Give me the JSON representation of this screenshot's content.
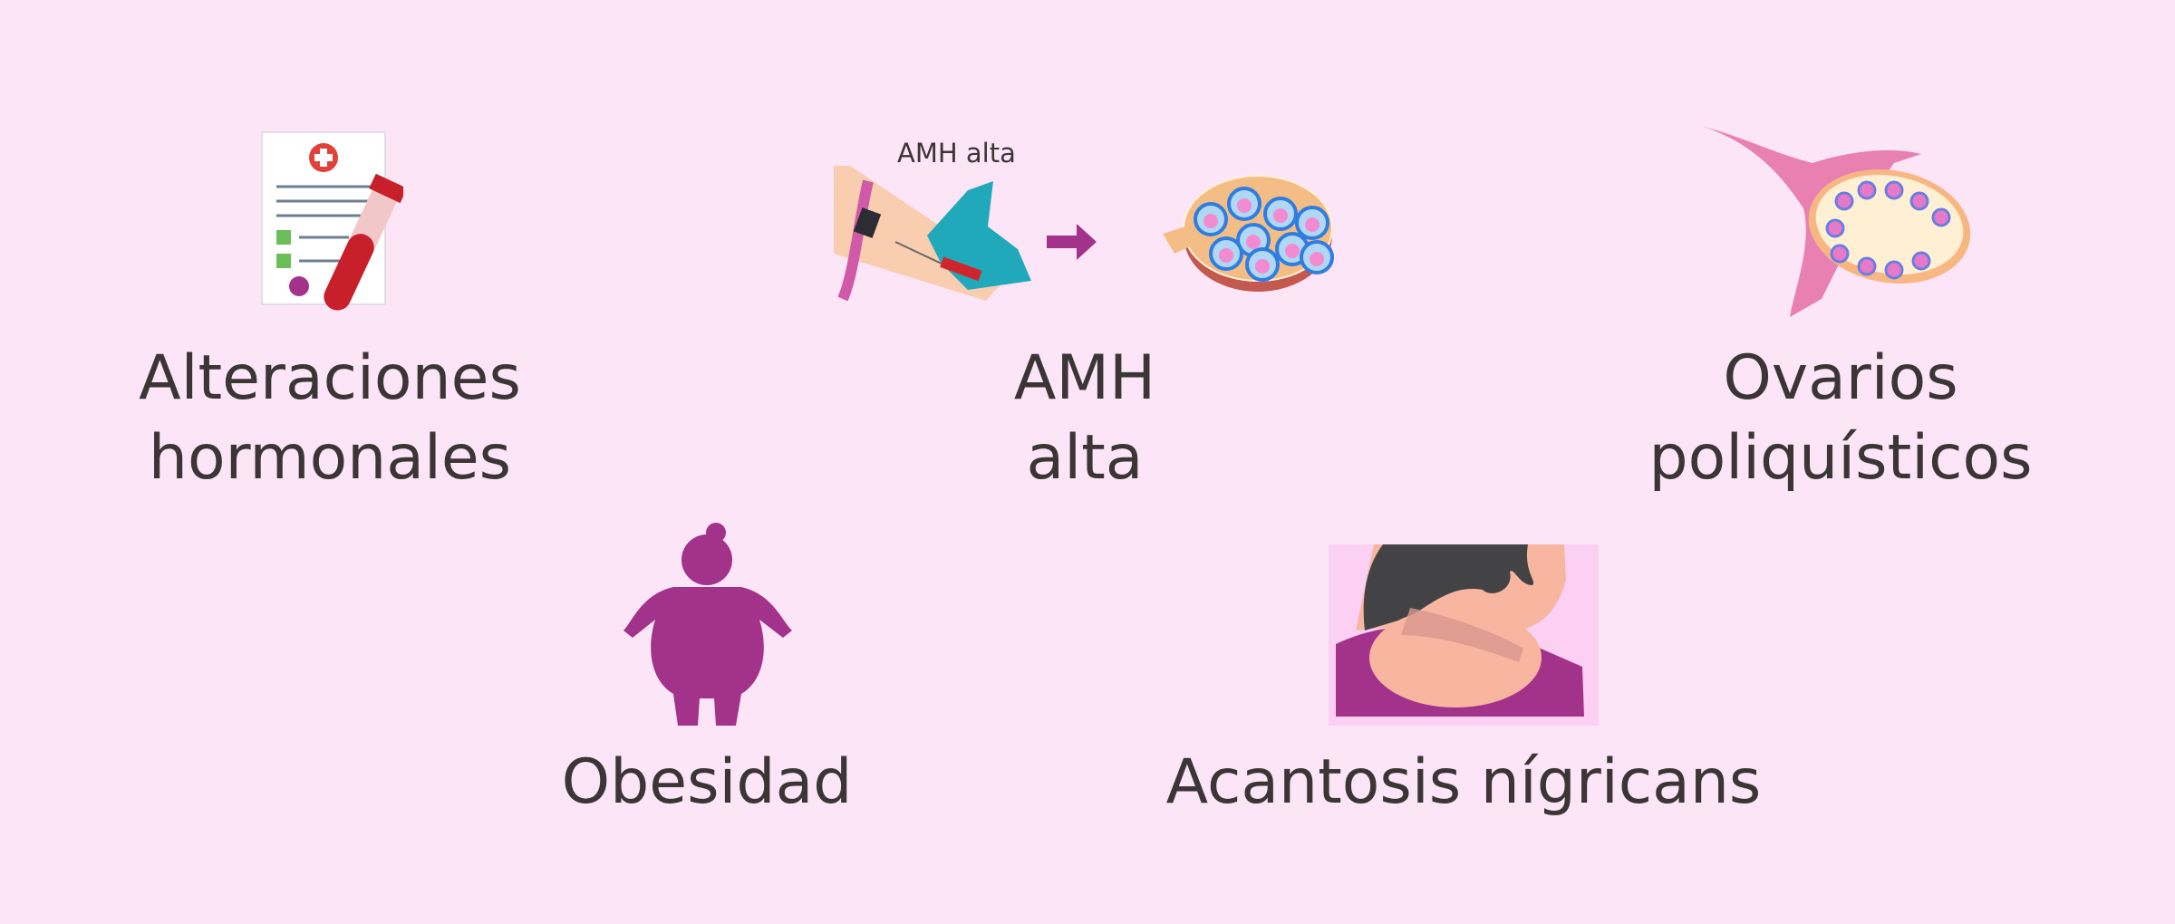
{
  "items": [
    {
      "id": "alteraciones",
      "lines": [
        "Alteraciones",
        "hormonales"
      ],
      "icon": "lab-report-blood-tube-icon"
    },
    {
      "id": "amh",
      "lines": [
        "AMH",
        "alta"
      ],
      "icon": "blood-draw-ovary-icon",
      "caption": "AMH alta"
    },
    {
      "id": "ovarios",
      "lines": [
        "Ovarios",
        "poliquísticos"
      ],
      "icon": "polycystic-ovary-icon"
    },
    {
      "id": "obesidad",
      "lines": [
        "Obesidad"
      ],
      "icon": "obese-woman-icon"
    },
    {
      "id": "acantosis",
      "lines": [
        "Acantosis nígricans"
      ],
      "icon": "dark-neck-skin-icon"
    }
  ],
  "colors": {
    "background": "#fde5f8",
    "accent": "#a3328a",
    "text": "#3b3536"
  }
}
